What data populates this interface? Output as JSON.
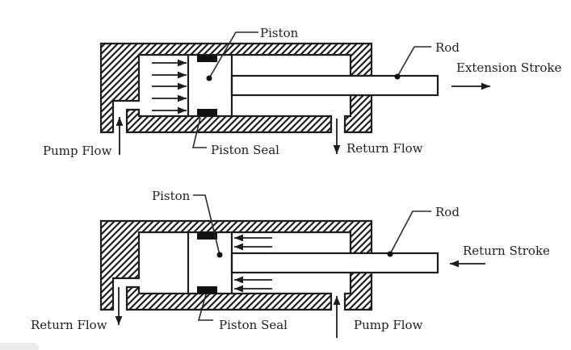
{
  "colors": {
    "line": "#1c1c1c",
    "seal_fill": "#111111",
    "background": "#ffffff",
    "corner_smudge": "#ebebeb"
  },
  "diagrams": [
    {
      "name": "extension-stroke-diagram",
      "labels": {
        "piston": "Piston",
        "rod": "Rod",
        "stroke_direction": "Extension Stroke",
        "left_port": "Pump Flow",
        "piston_seal": "Piston Seal",
        "right_port": "Return Flow"
      }
    },
    {
      "name": "return-stroke-diagram",
      "labels": {
        "piston": "Piston",
        "rod": "Rod",
        "stroke_direction": "Return Stroke",
        "left_port": "Return Flow",
        "piston_seal": "Piston Seal",
        "right_port": "Pump Flow"
      }
    }
  ]
}
